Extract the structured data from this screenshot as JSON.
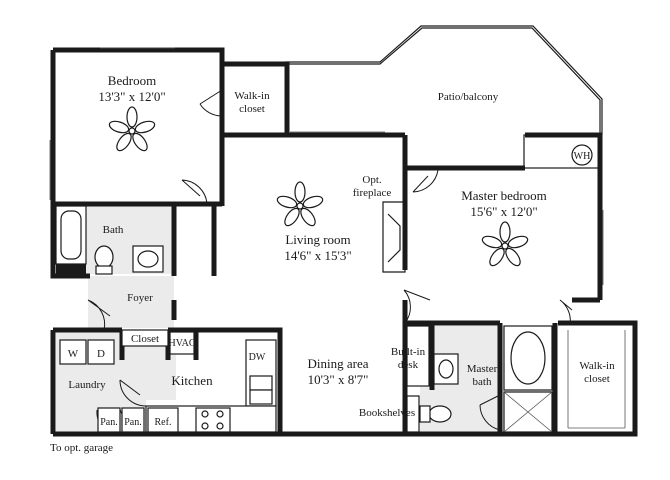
{
  "rooms": {
    "bedroom": {
      "name": "Bedroom",
      "size": "13'3\" x 12'0\""
    },
    "walkin_closet_1": {
      "line1": "Walk-in",
      "line2": "closet"
    },
    "patio": {
      "name": "Patio/balcony"
    },
    "wh": {
      "name": "WH"
    },
    "fireplace": {
      "line1": "Opt.",
      "line2": "fireplace"
    },
    "master_bedroom": {
      "name": "Master bedroom",
      "size": "15'6\" x 12'0\""
    },
    "living_room": {
      "name": "Living room",
      "size": "14'6\" x 15'3\""
    },
    "bath": {
      "name": "Bath"
    },
    "foyer": {
      "name": "Foyer"
    },
    "closet": {
      "name": "Closet"
    },
    "hvac": {
      "name": "HVAC"
    },
    "dw": {
      "name": "DW"
    },
    "washer": {
      "name": "W"
    },
    "dryer": {
      "name": "D"
    },
    "laundry": {
      "name": "Laundry"
    },
    "kitchen": {
      "name": "Kitchen"
    },
    "dining": {
      "name": "Dining area",
      "size": "10'3\" x 8'7\""
    },
    "desk": {
      "line1": "Built-in",
      "line2": "desk"
    },
    "master_bath": {
      "line1": "Master",
      "line2": "bath"
    },
    "walkin_closet_2": {
      "line1": "Walk-in",
      "line2": "closet"
    },
    "bookshelves": {
      "name": "Bookshelves"
    },
    "pantry_1": {
      "name": "Pan."
    },
    "pantry_2": {
      "name": "Pan."
    },
    "ref": {
      "name": "Ref."
    }
  },
  "footer": {
    "garage_note": "To opt. garage"
  }
}
